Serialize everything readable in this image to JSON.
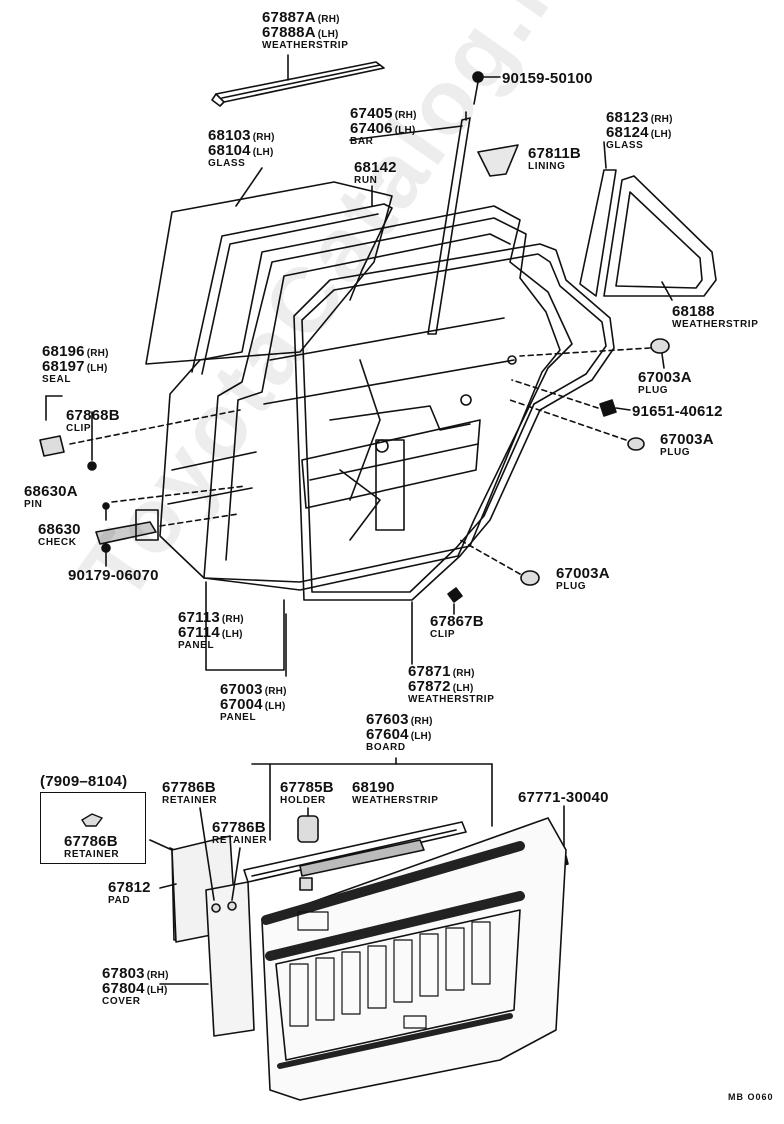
{
  "labels": {
    "weatherstrip_top_rh": "67887A",
    "weatherstrip_top_lh": "67888A",
    "weatherstrip_top_name": "WEATHERSTRIP",
    "bolt_top": "90159-50100",
    "bar_rh": "67405",
    "bar_lh": "67406",
    "bar_name": "BAR",
    "lining": "67811B",
    "lining_name": "LINING",
    "glass_q_rh": "68123",
    "glass_q_lh": "68124",
    "glass_q_name": "GLASS",
    "glass_rh": "68103",
    "glass_lh": "68104",
    "glass_name": "GLASS",
    "run": "68142",
    "run_name": "RUN",
    "ws_q": "68188",
    "ws_q_name": "WEATHERSTRIP",
    "seal_rh": "68196",
    "seal_lh": "68197",
    "seal_name": "SEAL",
    "clip_a": "67868B",
    "clip_a_name": "CLIP",
    "plug_1": "67003A",
    "plug_1_name": "PLUG",
    "bolt_mid": "91651-40612",
    "plug_2": "67003A",
    "plug_2_name": "PLUG",
    "pin": "68630A",
    "pin_name": "PIN",
    "check": "68630",
    "check_name": "CHECK",
    "bolt_check": "90179-06070",
    "plug_3": "67003A",
    "plug_3_name": "PLUG",
    "clip_b": "67867B",
    "clip_b_name": "CLIP",
    "panel_in_rh": "67113",
    "panel_in_lh": "67114",
    "panel_in_name": "PANEL",
    "ws_door_rh": "67871",
    "ws_door_lh": "67872",
    "ws_door_name": "WEATHERSTRIP",
    "panel_rh": "67003",
    "panel_lh": "67004",
    "panel_name": "PANEL",
    "board_rh": "67603",
    "board_lh": "67604",
    "board_name": "BOARD",
    "date_range": "(7909–8104)",
    "retainer_box": "67786B",
    "retainer_box_name": "RETAINER",
    "retainer_a": "67786B",
    "retainer_a_name": "RETAINER",
    "holder": "67785B",
    "holder_name": "HOLDER",
    "ws_board": "68190",
    "ws_board_name": "WEATHERSTRIP",
    "screw": "67771-30040",
    "retainer_b": "67786B",
    "retainer_b_name": "RETAINER",
    "pad": "67812",
    "pad_name": "PAD",
    "cover_rh": "67803",
    "cover_lh": "67804",
    "cover_name": "COVER",
    "rh": "(RH)",
    "lh": "(LH)"
  },
  "watermark": "ToyotaCatalog.ru",
  "figure_code": "MB  O060"
}
